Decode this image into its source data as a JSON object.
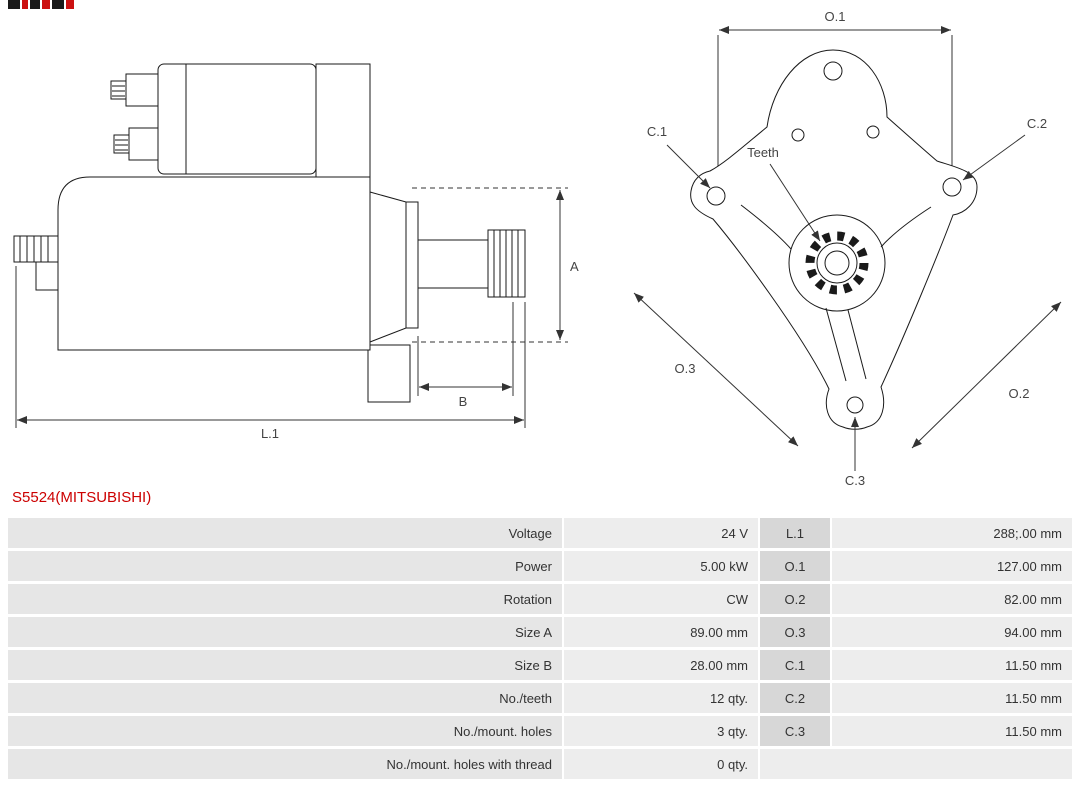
{
  "brand_colors": {
    "black": "#1a1a1a",
    "red": "#cc1111"
  },
  "accent_color": "#cc0000",
  "part_number": "S5524(MITSUBISHI)",
  "side_view": {
    "dim_a": "A",
    "dim_b": "B",
    "dim_l1": "L.1"
  },
  "front_view": {
    "dim_o1": "O.1",
    "dim_o2": "O.2",
    "dim_o3": "O.3",
    "dim_c1": "C.1",
    "dim_c2": "C.2",
    "dim_c3": "C.3",
    "teeth": "Teeth"
  },
  "spec_table": {
    "rows": [
      {
        "label": "Voltage",
        "value": "24 V",
        "code": "L.1",
        "code_value": "288;.00 mm"
      },
      {
        "label": "Power",
        "value": "5.00 kW",
        "code": "O.1",
        "code_value": "127.00 mm"
      },
      {
        "label": "Rotation",
        "value": "CW",
        "code": "O.2",
        "code_value": "82.00 mm"
      },
      {
        "label": "Size A",
        "value": "89.00 mm",
        "code": "O.3",
        "code_value": "94.00 mm"
      },
      {
        "label": "Size B",
        "value": "28.00 mm",
        "code": "C.1",
        "code_value": "11.50 mm"
      },
      {
        "label": "No./teeth",
        "value": "12 qty.",
        "code": "C.2",
        "code_value": "11.50 mm"
      },
      {
        "label": "No./mount. holes",
        "value": "3 qty.",
        "code": "C.3",
        "code_value": "11.50 mm"
      },
      {
        "label": "No./mount. holes with thread",
        "value": "0 qty.",
        "code": "",
        "code_value": ""
      }
    ]
  }
}
